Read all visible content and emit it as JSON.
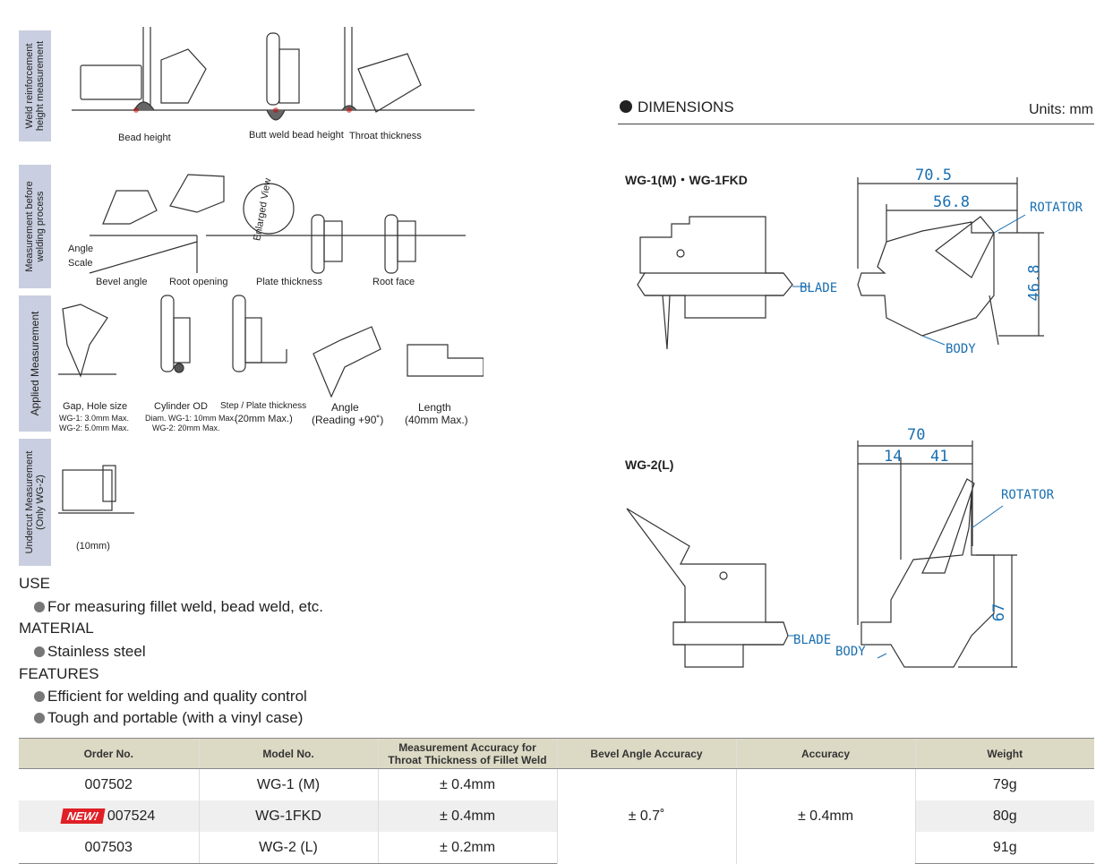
{
  "sidebar_labels": {
    "weld_reinforcement": "Weld reinforcement height measurement",
    "before_welding": "Measurement before welding process",
    "applied": "Applied Measurement",
    "undercut": "Undercut Measurement (Only WG-2)"
  },
  "captions": {
    "bead_height": "Bead height",
    "butt_weld": "Butt weld bead height",
    "throat": "Throat thickness",
    "angle_scale": "Angle Scale",
    "enlarged_view": "Enlarged View",
    "bevel_angle": "Bevel angle",
    "root_opening": "Root opening",
    "plate_thickness": "Plate thickness",
    "root_face": "Root face",
    "gap_hole": "Gap, Hole size",
    "gap_wg1": "WG-1: 3.0mm Max.",
    "gap_wg2": "WG-2: 5.0mm Max.",
    "cyl_od": "Cylinder OD",
    "cyl_wg1": "Diam. WG-1: 10mm Max.",
    "cyl_wg2": "WG-2: 20mm Max.",
    "step": "Step / Plate thickness",
    "step_max": "(20mm Max.)",
    "angle": "Angle",
    "angle_read": "(Reading +90˚)",
    "length": "Length",
    "length_max": "(40mm Max.)",
    "undercut_max": "(10mm)"
  },
  "sections": {
    "use_title": "USE",
    "use_item": "For measuring fillet weld, bead weld, etc.",
    "material_title": "MATERIAL",
    "material_item": "Stainless steel",
    "features_title": "FEATURES",
    "feature_1": "Efficient for welding and quality control",
    "feature_2": "Tough and portable (with a vinyl case)"
  },
  "dimensions": {
    "title": "DIMENSIONS",
    "units": "Units: mm",
    "model_1": "WG-1(M)・WG-1FKD",
    "model_2": "WG-2(L)",
    "d_70_5": "70.5",
    "d_56_8": "56.8",
    "d_46_8": "46.8",
    "d_70": "70",
    "d_14": "14",
    "d_41": "41",
    "d_67": "67",
    "rotator": "ROTATOR",
    "blade": "BLADE",
    "body": "BODY"
  },
  "table": {
    "headers": [
      "Order No.",
      "Model No.",
      "Measurement Accuracy for Throat Thickness of Fillet Weld",
      "Bevel Angle Accuracy",
      "Accuracy",
      "Weight"
    ],
    "new_badge": "NEW!",
    "bevel_accuracy": "± 0.7˚",
    "accuracy": "± 0.4mm",
    "rows": [
      {
        "order": "007502",
        "model": "WG-1 (M)",
        "throat": "± 0.4mm",
        "weight": "79g"
      },
      {
        "order": "007524",
        "model": "WG-1FKD",
        "throat": "± 0.4mm",
        "weight": "80g"
      },
      {
        "order": "007503",
        "model": "WG-2 (L)",
        "throat": "± 0.2mm",
        "weight": "91g"
      }
    ]
  }
}
